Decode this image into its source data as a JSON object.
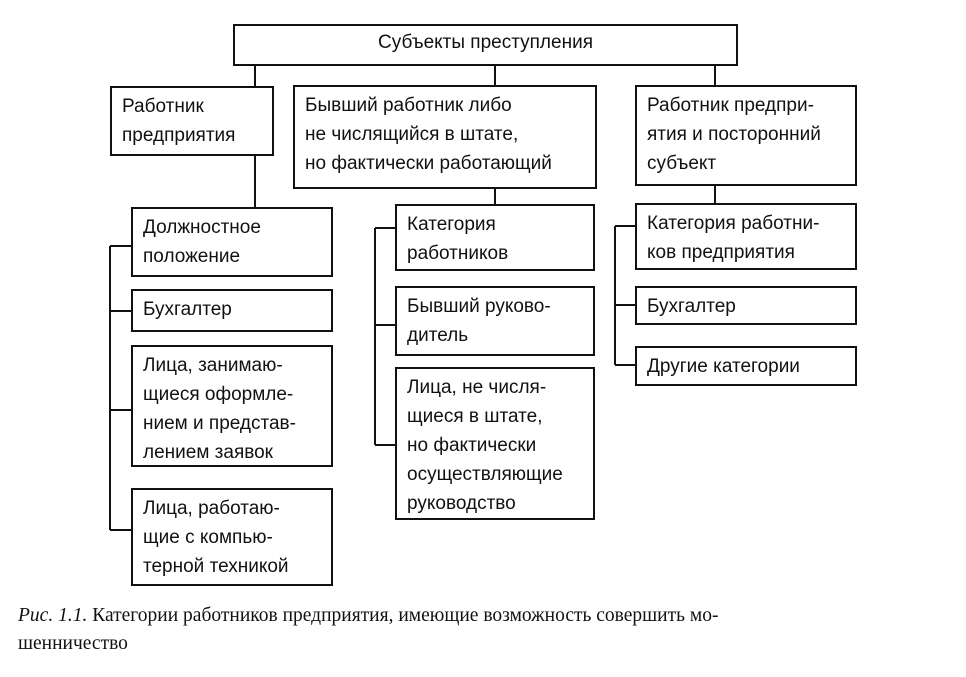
{
  "root": "Субъекты  преступления",
  "columns": [
    {
      "header": "Работник\nпредприятия",
      "items": [
        "Должностное\nположение",
        "Бухгалтер",
        "Лица, занимаю-\nщиеся оформле-\nнием и представ-\nлением заявок",
        "Лица, работаю-\nщие с компью-\nтерной техникой"
      ]
    },
    {
      "header": "Бывший работник  либо\nне числящийся в штате,\nно фактически работающий",
      "items": [
        "Категория\nработников",
        "Бывший руково-\nдитель",
        "Лица, не числя-\nщиеся в штате,\nно фактически\nосуществляющие\nруководство"
      ]
    },
    {
      "header": "Работник предпри-\nятия и посторонний\nсубъект",
      "items": [
        "Категория работни-\nков предприятия",
        "Бухгалтер",
        "Другие категории"
      ]
    }
  ],
  "caption": {
    "lead": "Рис. 1.1.",
    "text": " Категории работников предприятия, имеющие возможность совершить мо-\nшенничество"
  }
}
